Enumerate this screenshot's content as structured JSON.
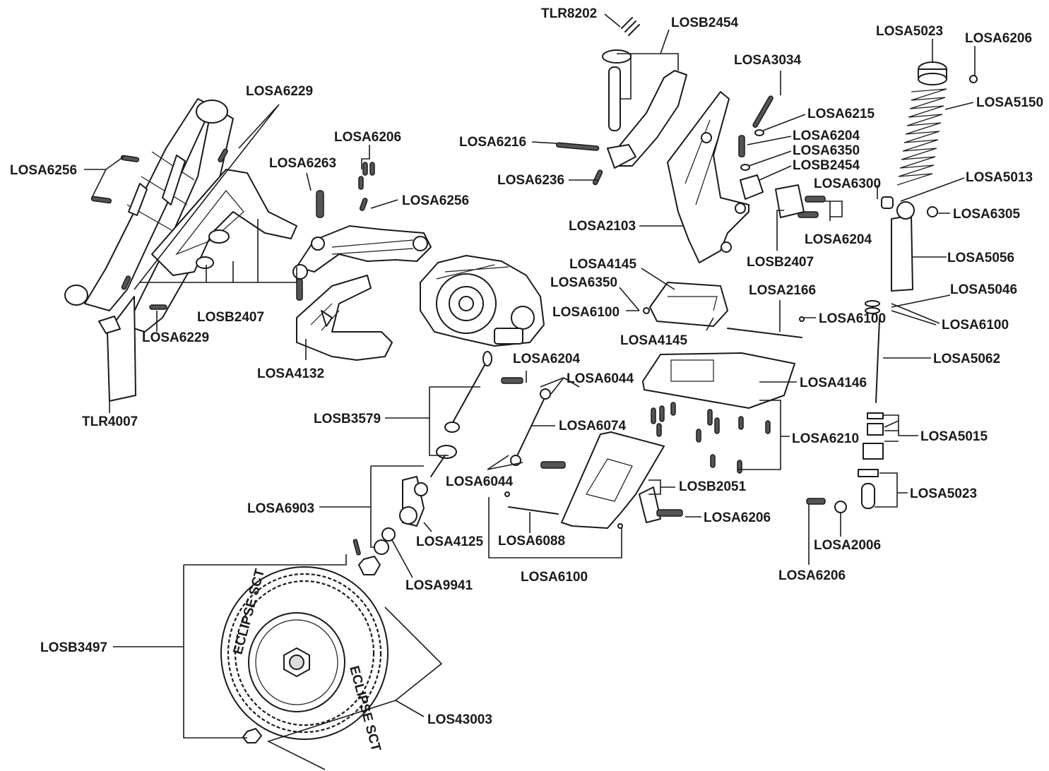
{
  "diagram": {
    "labels": [
      "TLR8202",
      "LOSB2454",
      "LOSA5023",
      "LOSA6206",
      "LOSA3034",
      "LOSA6229",
      "LOSA5150",
      "LOSA6215",
      "LOSA6204",
      "LOSA6350",
      "LOSB2454",
      "LOSA6216",
      "LOSA6206",
      "LOSA6256",
      "LOSA6263",
      "LOSA6236",
      "LOSA6300",
      "LOSA5013",
      "LOSA6256",
      "LOSA6305",
      "LOSA2103",
      "LOSA6204",
      "LOSB2407",
      "LOSA5056",
      "LOSA4145",
      "LOSA6350",
      "LOSA2166",
      "LOSA5046",
      "LOSA6100",
      "LOSA6100",
      "LOSB2407",
      "LOSA6100",
      "LOSA6229",
      "LOSA4145",
      "LOSA5062",
      "LOSA4132",
      "LOSA6204",
      "LOSA6044",
      "LOSA4146",
      "TLR4007",
      "LOSB3579",
      "LOSA6074",
      "LOSA6210",
      "LOSA5015",
      "LOSA6044",
      "LOSB2051",
      "LOSA5023",
      "LOSA6903",
      "LOSA6206",
      "LOSA4125",
      "LOSA6088",
      "LOSA2006",
      "LOSA9941",
      "LOSA6100",
      "LOSA6206",
      "LOSB3497",
      "LOS43003"
    ],
    "tire_text": [
      "ECLIPSE SCT",
      "ECLIPSE SCT"
    ],
    "colors": {
      "ink": "#1a1a1a",
      "paper": "#ffffff",
      "shade": "#dcdcdc"
    }
  }
}
